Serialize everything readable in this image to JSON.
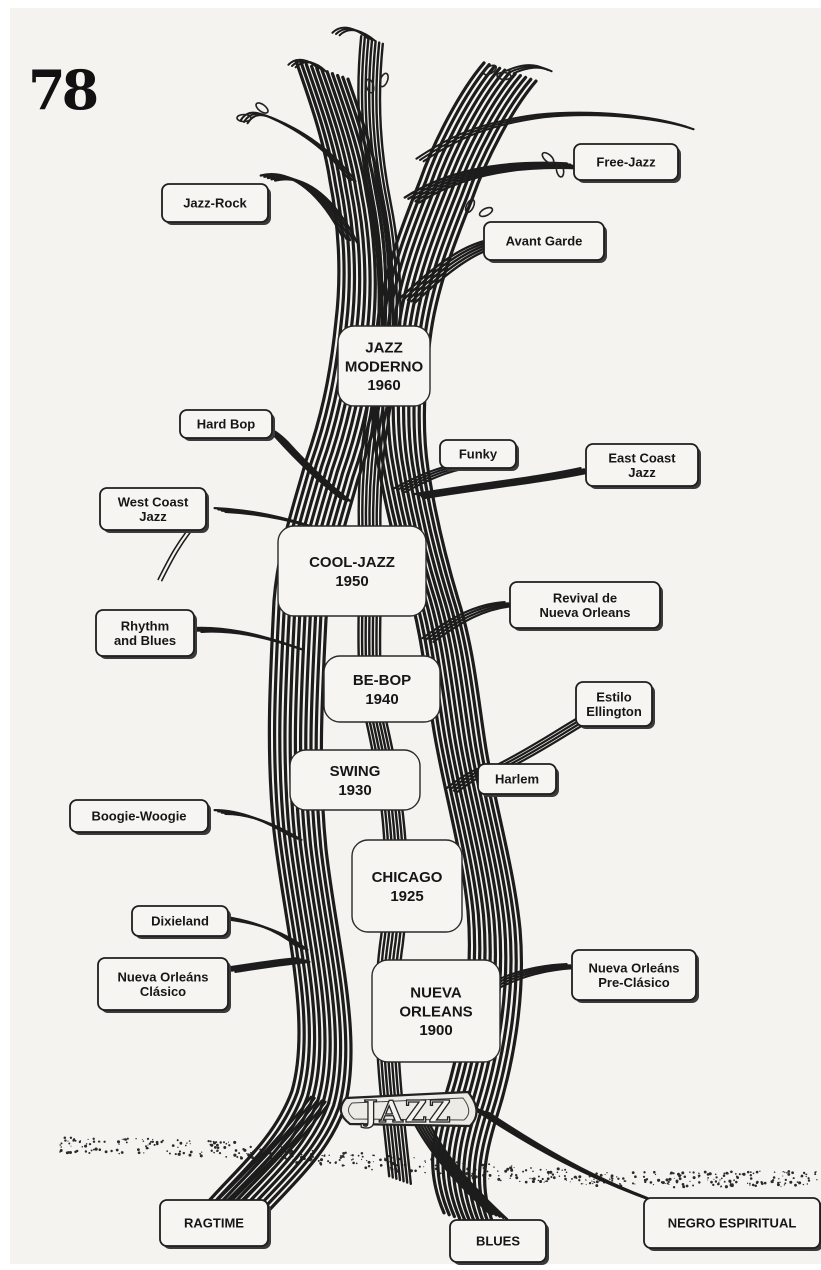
{
  "page_number": "78",
  "root_sign": "JAZZ",
  "trunk": [
    {
      "lines": [
        "JAZZ",
        "MODERNO",
        "1960"
      ]
    },
    {
      "lines": [
        "COOL-JAZZ",
        "1950"
      ]
    },
    {
      "lines": [
        "BE-BOP",
        "1940"
      ]
    },
    {
      "lines": [
        "SWING",
        "1930"
      ]
    },
    {
      "lines": [
        "CHICAGO",
        "1925"
      ]
    },
    {
      "lines": [
        "NUEVA",
        "ORLEANS",
        "1900"
      ]
    }
  ],
  "branches": [
    {
      "lines": [
        "Jazz-Rock"
      ]
    },
    {
      "lines": [
        "Free-Jazz"
      ]
    },
    {
      "lines": [
        "Avant Garde"
      ]
    },
    {
      "lines": [
        "Hard Bop"
      ]
    },
    {
      "lines": [
        "Funky"
      ]
    },
    {
      "lines": [
        "East Coast",
        "Jazz"
      ]
    },
    {
      "lines": [
        "West Coast",
        "Jazz"
      ]
    },
    {
      "lines": [
        "Revival de",
        "Nueva Orleans"
      ]
    },
    {
      "lines": [
        "Rhythm",
        "and Blues"
      ]
    },
    {
      "lines": [
        "Estilo",
        "Ellington"
      ]
    },
    {
      "lines": [
        "Harlem"
      ]
    },
    {
      "lines": [
        "Boogie-Woogie"
      ]
    },
    {
      "lines": [
        "Dixieland"
      ]
    },
    {
      "lines": [
        "Nueva Orleáns",
        "Clásico"
      ]
    },
    {
      "lines": [
        "Nueva Orleáns",
        "Pre-Clásico"
      ]
    }
  ],
  "roots": [
    {
      "lines": [
        "RAGTIME"
      ]
    },
    {
      "lines": [
        "BLUES"
      ]
    },
    {
      "lines": [
        "NEGRO ESPIRITUAL"
      ]
    }
  ]
}
